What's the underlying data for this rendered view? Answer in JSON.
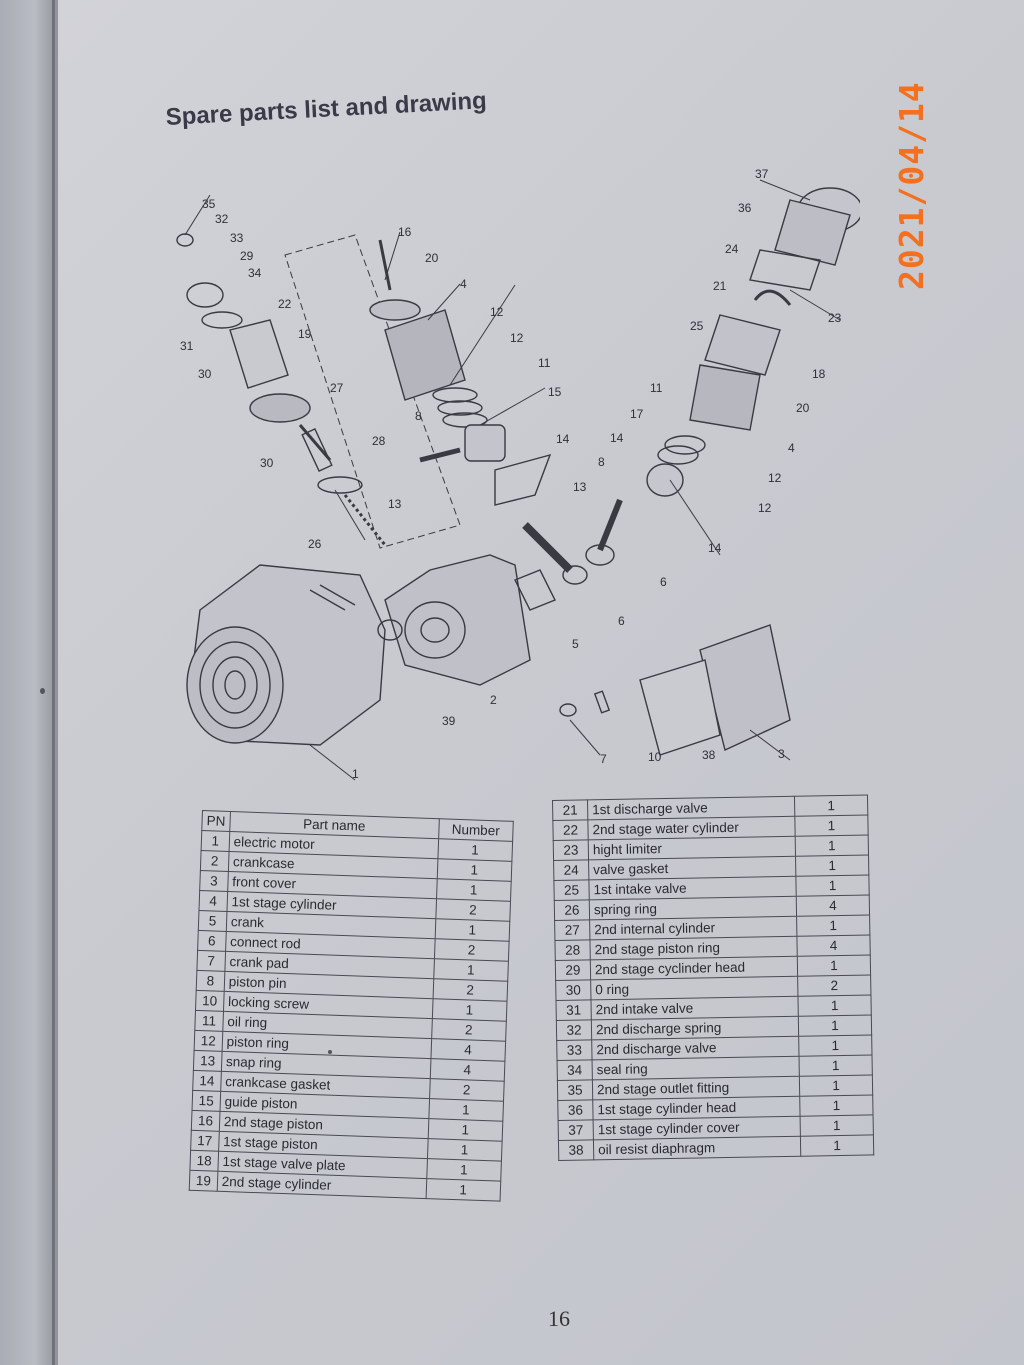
{
  "title": "Spare parts list and drawing",
  "date_stamp": "2021/04/14",
  "page_number": "16",
  "table_headers": {
    "pn": "PN",
    "name": "Part name",
    "qty": "Number"
  },
  "parts_left": [
    {
      "pn": "1",
      "name": "electric motor",
      "qty": "1"
    },
    {
      "pn": "2",
      "name": "crankcase",
      "qty": "1"
    },
    {
      "pn": "3",
      "name": "front cover",
      "qty": "1"
    },
    {
      "pn": "4",
      "name": "1st stage cylinder",
      "qty": "2"
    },
    {
      "pn": "5",
      "name": "crank",
      "qty": "1"
    },
    {
      "pn": "6",
      "name": "connect rod",
      "qty": "2"
    },
    {
      "pn": "7",
      "name": "crank pad",
      "qty": "1"
    },
    {
      "pn": "8",
      "name": "piston pin",
      "qty": "2"
    },
    {
      "pn": "10",
      "name": "locking screw",
      "qty": "1"
    },
    {
      "pn": "11",
      "name": "oil ring",
      "qty": "2"
    },
    {
      "pn": "12",
      "name": "piston ring",
      "qty": "4"
    },
    {
      "pn": "13",
      "name": "snap ring",
      "qty": "4"
    },
    {
      "pn": "14",
      "name": "crankcase gasket",
      "qty": "2"
    },
    {
      "pn": "15",
      "name": "guide piston",
      "qty": "1"
    },
    {
      "pn": "16",
      "name": "2nd stage piston",
      "qty": "1"
    },
    {
      "pn": "17",
      "name": "1st stage piston",
      "qty": "1"
    },
    {
      "pn": "18",
      "name": "1st stage valve plate",
      "qty": "1"
    },
    {
      "pn": "19",
      "name": "2nd stage cylinder",
      "qty": "1"
    }
  ],
  "parts_right": [
    {
      "pn": "21",
      "name": "1st discharge valve",
      "qty": "1"
    },
    {
      "pn": "22",
      "name": "2nd stage water cylinder",
      "qty": "1"
    },
    {
      "pn": "23",
      "name": "hight limiter",
      "qty": "1"
    },
    {
      "pn": "24",
      "name": "valve gasket",
      "qty": "1"
    },
    {
      "pn": "25",
      "name": "1st intake valve",
      "qty": "1"
    },
    {
      "pn": "26",
      "name": "spring ring",
      "qty": "4"
    },
    {
      "pn": "27",
      "name": "2nd internal cylinder",
      "qty": "1"
    },
    {
      "pn": "28",
      "name": "2nd stage piston ring",
      "qty": "4"
    },
    {
      "pn": "29",
      "name": "2nd stage cyclinder head",
      "qty": "1"
    },
    {
      "pn": "30",
      "name": "0 ring",
      "qty": "2"
    },
    {
      "pn": "31",
      "name": "2nd intake valve",
      "qty": "1"
    },
    {
      "pn": "32",
      "name": "2nd discharge spring",
      "qty": "1"
    },
    {
      "pn": "33",
      "name": "2nd discharge valve",
      "qty": "1"
    },
    {
      "pn": "34",
      "name": "seal ring",
      "qty": "1"
    },
    {
      "pn": "35",
      "name": "2nd stage outlet fitting",
      "qty": "1"
    },
    {
      "pn": "36",
      "name": "1st stage cylinder head",
      "qty": "1"
    },
    {
      "pn": "37",
      "name": "1st stage cylinder cover",
      "qty": "1"
    },
    {
      "pn": "38",
      "name": "oil resist diaphragm",
      "qty": "1"
    }
  ],
  "callouts": [
    "35",
    "32",
    "33",
    "29",
    "34",
    "22",
    "31",
    "30",
    "19",
    "16",
    "20",
    "4",
    "12",
    "12",
    "11",
    "15",
    "27",
    "28",
    "8",
    "13",
    "30",
    "26",
    "14",
    "37",
    "36",
    "24",
    "21",
    "23",
    "25",
    "18",
    "20",
    "11",
    "17",
    "14",
    "8",
    "13",
    "4",
    "12",
    "12",
    "14",
    "6",
    "6",
    "5",
    "39",
    "2",
    "1",
    "7",
    "10",
    "38",
    "3"
  ]
}
